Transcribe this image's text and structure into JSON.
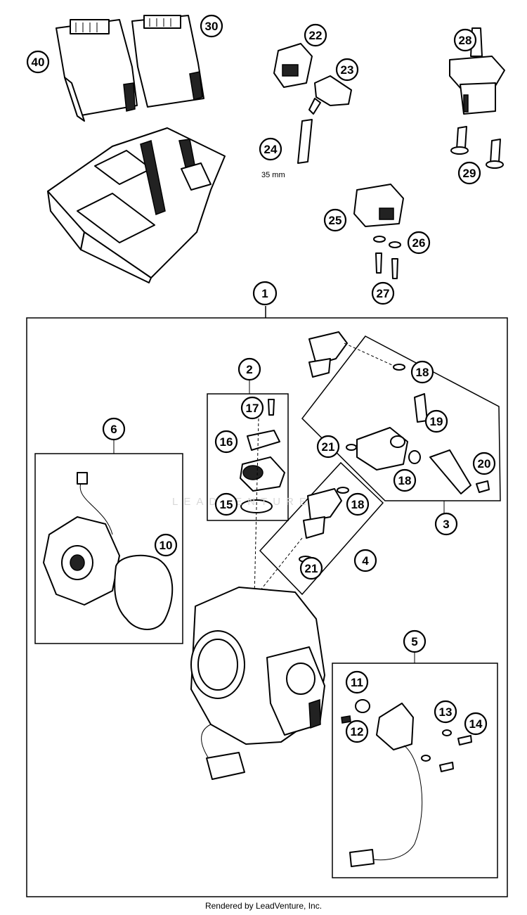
{
  "diagram": {
    "callouts": [
      "1",
      "2",
      "3",
      "4",
      "5",
      "6",
      "10",
      "11",
      "12",
      "13",
      "14",
      "15",
      "16",
      "17",
      "18",
      "18",
      "18",
      "19",
      "20",
      "21",
      "21",
      "22",
      "23",
      "24",
      "25",
      "26",
      "27",
      "28",
      "29",
      "30",
      "40"
    ],
    "dimension_label": "35 mm",
    "watermark": "LEADVENTURE"
  },
  "footer": {
    "text": "Rendered by LeadVenture, Inc."
  }
}
